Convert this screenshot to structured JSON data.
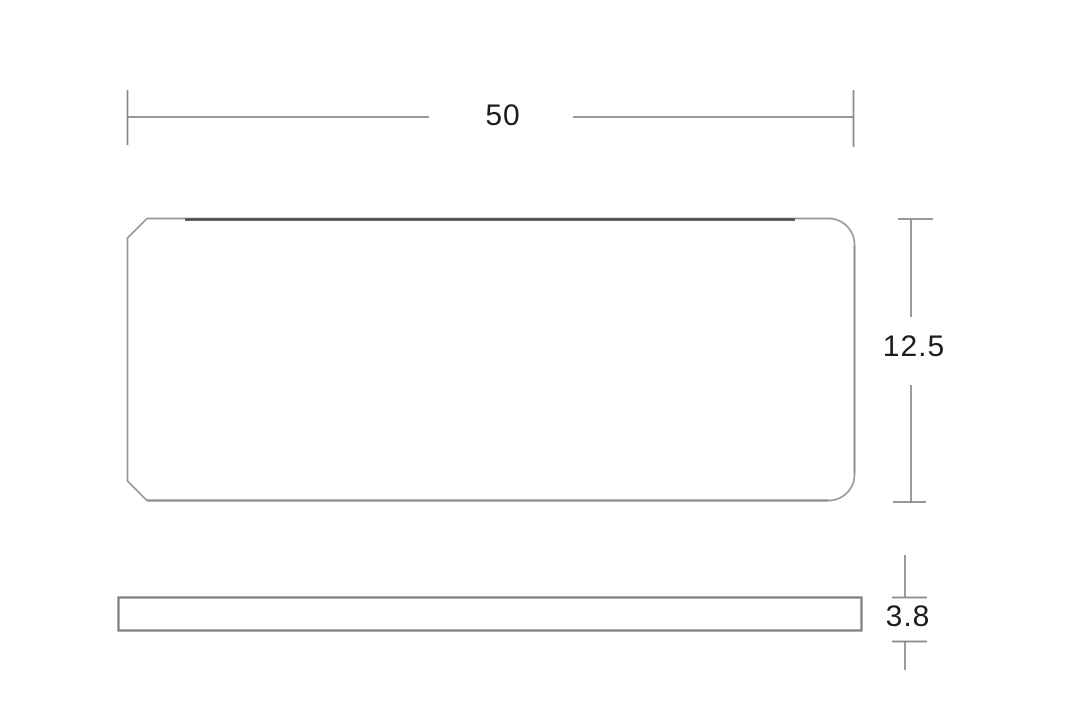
{
  "diagram": {
    "type": "technical-dimension-drawing",
    "description": "Two-view outline drawing of a flat rounded plate (front view and side/edge view) with three dimension callouts",
    "dimensions": {
      "width": {
        "label": "50",
        "orientation": "horizontal",
        "applies_to": "front-view width"
      },
      "height": {
        "label": "12.5",
        "orientation": "vertical",
        "applies_to": "front-view height"
      },
      "thickness": {
        "label": "3.8",
        "orientation": "vertical",
        "applies_to": "side-view thickness"
      }
    },
    "colors": {
      "outline": "#979797",
      "dark_edge": "#4f4f4f",
      "dimension_line": "#8a8a8a",
      "text": "#1d1d1d",
      "background": "#ffffff"
    }
  }
}
